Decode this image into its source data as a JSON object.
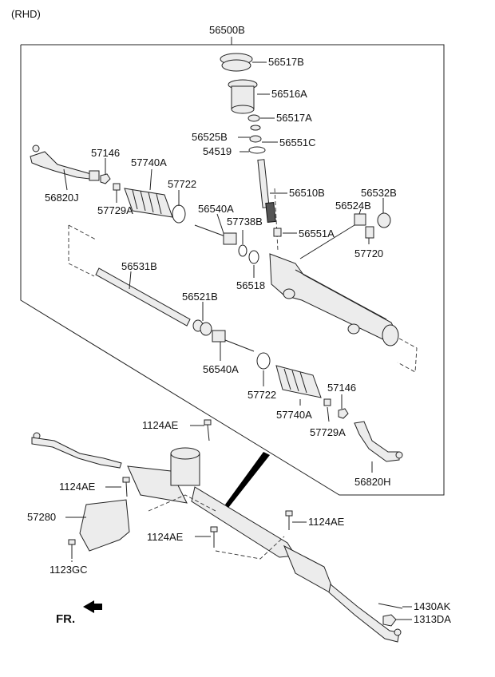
{
  "header": {
    "variant": "(RHD)",
    "assembly": "56500B"
  },
  "labels": {
    "p56517B": "56517B",
    "p56516A": "56516A",
    "p56517A": "56517A",
    "p56525B": "56525B",
    "p56551C": "56551C",
    "p54519": "54519",
    "p57146_top": "57146",
    "p57740A_top": "57740A",
    "p57722_top": "57722",
    "p56820J": "56820J",
    "p57729A_top": "57729A",
    "p56510B": "56510B",
    "p56532B": "56532B",
    "p56540A_top": "56540A",
    "p57738B": "57738B",
    "p56524B": "56524B",
    "p56551A": "56551A",
    "p57720": "57720",
    "p56518": "56518",
    "p56531B": "56531B",
    "p56521B": "56521B",
    "p56540A_bottom": "56540A",
    "p57722_bottom": "57722",
    "p57740A_bottom": "57740A",
    "p57146_bottom": "57146",
    "p57729A_bottom": "57729A",
    "p56820H": "56820H",
    "p1124AE_1": "1124AE",
    "p1124AE_2": "1124AE",
    "p57280": "57280",
    "p1124AE_3": "1124AE",
    "p1124AE_4": "1124AE",
    "p1123GC": "1123GC",
    "p1430AK": "1430AK",
    "p1313DA": "1313DA",
    "fr": "FR."
  },
  "icons": {
    "front_arrow": "arrow-left-icon"
  }
}
